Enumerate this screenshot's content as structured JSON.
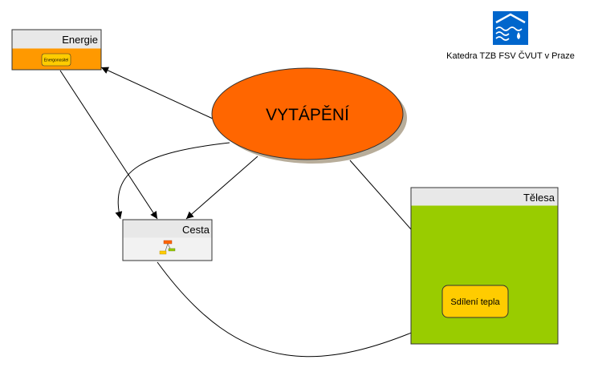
{
  "center": {
    "label": "VYTÁPĚNÍ",
    "fill": "#ff6600"
  },
  "nodes": {
    "energie": {
      "title": "Energie",
      "item_label": "Energonositel",
      "body_fill": "#ff9900",
      "item_fill": "#ffcc00"
    },
    "cesta": {
      "title": "Cesta",
      "icon": "flowchart-icon"
    },
    "telesa": {
      "title": "Tělesa",
      "body_fill": "#99cc00",
      "item_label": "Sdílení tepla",
      "item_fill": "#ffcc00"
    }
  },
  "org": {
    "name": "Katedra TZB FSV ČVUT v Praze",
    "logo_icon": "water-drops-logo-icon",
    "logo_color": "#0066cc"
  },
  "colors": {
    "header": "#e8e8e8",
    "border": "#333333",
    "shadow": "#b8ad9a"
  }
}
